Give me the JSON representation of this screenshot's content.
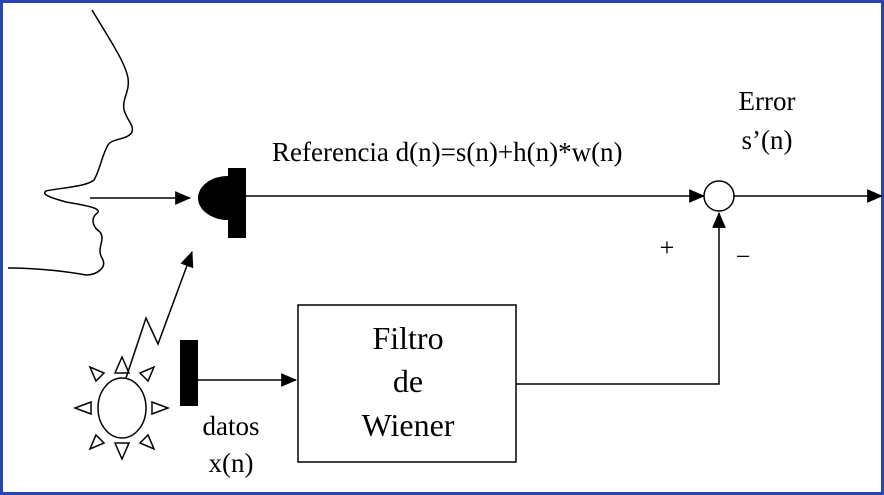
{
  "labels": {
    "reference": "Referencia d(n)=s(n)+h(n)*w(n)",
    "error_title": "Error",
    "error_signal": "s’(n)",
    "plus": "+",
    "minus": "−",
    "filter_line1": "Filtro",
    "filter_line2": "de",
    "filter_line3": "Wiener",
    "data_title": "datos",
    "data_signal": "x(n)"
  },
  "colors": {
    "frame": "#2a43b5",
    "ink": "#000000"
  },
  "icons": {
    "speaker": "face-profile-icon",
    "reference_mic": "microphone-icon",
    "noise_source": "sun-noise-icon",
    "noise_mic": "microphone-icon",
    "summing_node": "circle-summing-icon"
  }
}
